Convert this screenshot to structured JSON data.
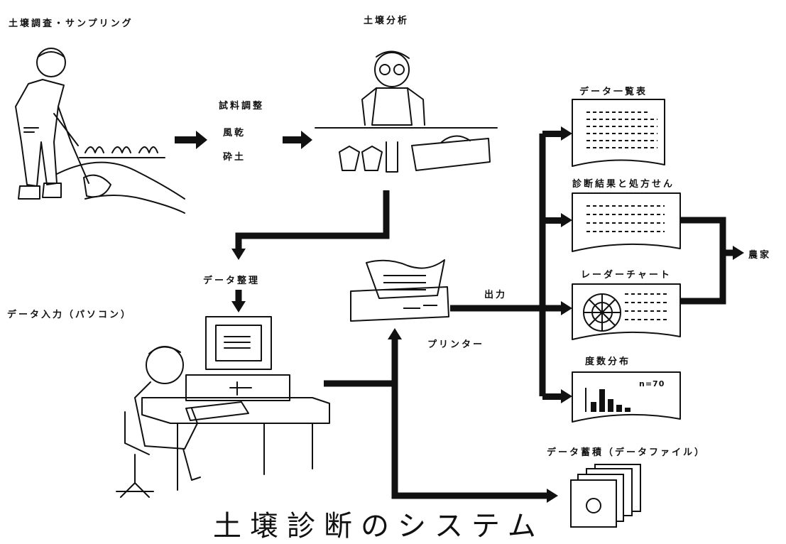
{
  "title": "土壌診断のシステム",
  "labels": {
    "sampling": "土壌調査・サンプリング",
    "analysis": "土壌分析",
    "prep_title": "試料調整",
    "prep_dry": "風乾",
    "prep_crush": "砕土",
    "data_arrange": "データ整理",
    "data_input": "データ入力（パソコン）",
    "printer": "プリンター",
    "output": "出力",
    "report_list": "データ一覧表",
    "report_diagnosis": "診断結果と処方せん",
    "report_radar": "レーダーチャート",
    "report_freq": "度数分布",
    "storage": "データ蓄積（データファイル）",
    "farmer": "農家",
    "freq_n": "n=70"
  },
  "colors": {
    "ink": "#111111",
    "paper": "#ffffff"
  }
}
